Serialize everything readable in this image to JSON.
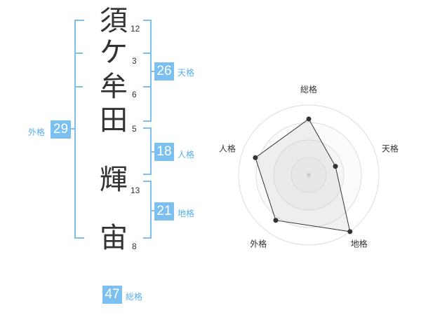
{
  "name_chars": [
    {
      "char": "須",
      "strokes": "12"
    },
    {
      "char": "ケ",
      "strokes": "3"
    },
    {
      "char": "牟",
      "strokes": "6"
    },
    {
      "char": "田",
      "strokes": "5"
    },
    {
      "char": "輝",
      "strokes": "13"
    },
    {
      "char": "宙",
      "strokes": "8"
    }
  ],
  "tenkaku": {
    "value": "26",
    "label": "天格"
  },
  "jinkaku": {
    "value": "18",
    "label": "人格"
  },
  "chikaku": {
    "value": "21",
    "label": "地格"
  },
  "gaikaku": {
    "value": "29",
    "label": "外格"
  },
  "soukaku": {
    "value": "47",
    "label": "総格"
  },
  "colors": {
    "accent": "#7cc0f0",
    "label": "#5aaee8"
  },
  "chart_data": {
    "type": "radar",
    "axes": [
      "総格",
      "天格",
      "地格",
      "外格",
      "人格"
    ],
    "values": [
      4,
      2,
      5,
      4,
      4
    ],
    "max": 5,
    "rings": 4
  }
}
